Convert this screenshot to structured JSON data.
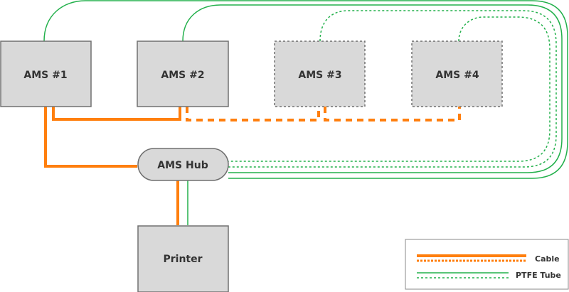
{
  "colors": {
    "cable": "#ff7f0e",
    "ptfe": "#22b04b",
    "box_fill": "#d9d9d9",
    "box_stroke": "#707070",
    "text": "#333333"
  },
  "nodes": {
    "ams1": {
      "label": "AMS #1",
      "style": "solid"
    },
    "ams2": {
      "label": "AMS #2",
      "style": "solid"
    },
    "ams3": {
      "label": "AMS #3",
      "style": "dashed"
    },
    "ams4": {
      "label": "AMS #4",
      "style": "dashed"
    },
    "hub": {
      "label": "AMS Hub"
    },
    "printer": {
      "label": "Printer"
    }
  },
  "legend": {
    "cable": "Cable",
    "ptfe": "PTFE Tube"
  }
}
